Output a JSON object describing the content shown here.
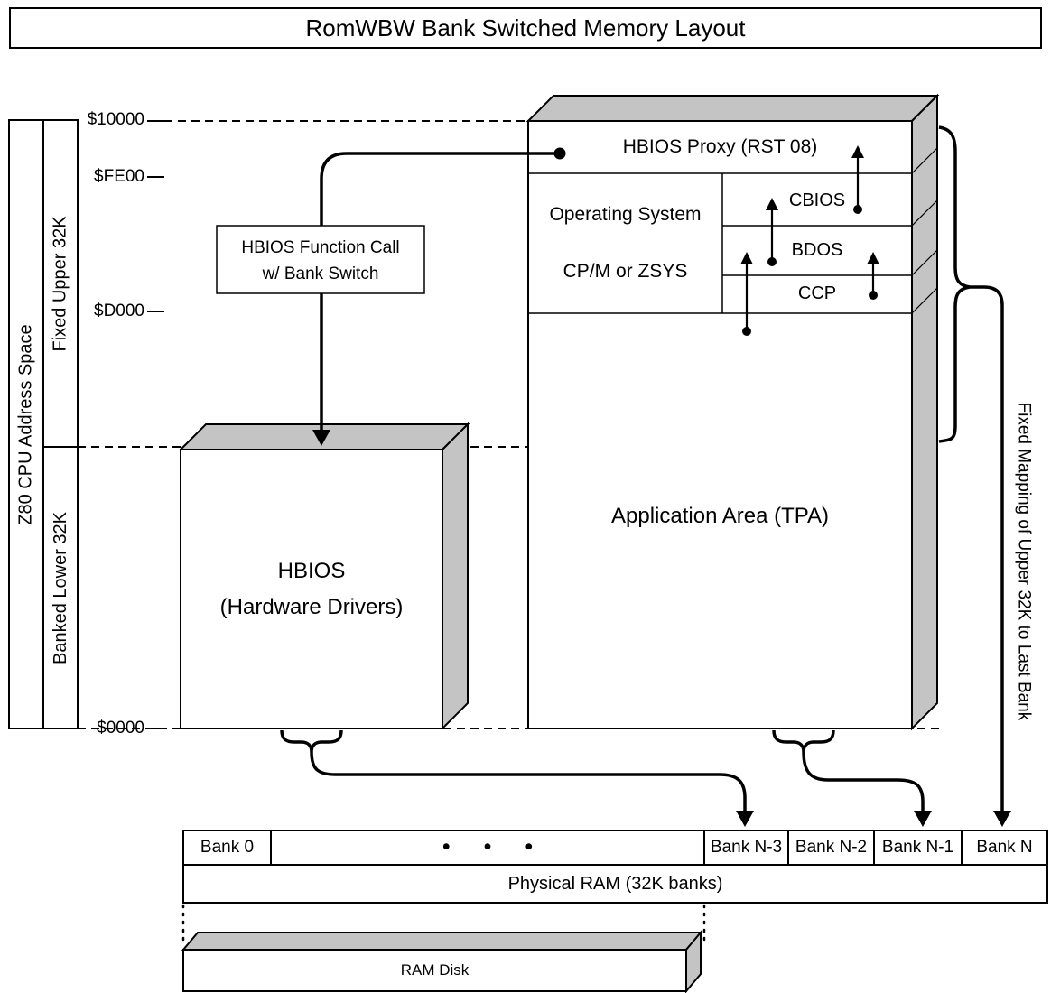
{
  "title": "RomWBW Bank Switched Memory Layout",
  "left": {
    "z80": "Z80 CPU Address Space",
    "upper": "Fixed Upper 32K",
    "lower": "Banked Lower 32K"
  },
  "addresses": {
    "a10000": "$10000",
    "afe00": "$FE00",
    "ad000": "$D000",
    "a0000": "$0000"
  },
  "main": {
    "proxy": "HBIOS Proxy (RST 08)",
    "os1": "Operating System",
    "os2": "CP/M or ZSYS",
    "cbios": "CBIOS",
    "bdos": "BDOS",
    "ccp": "CCP",
    "tpa": "Application Area (TPA)"
  },
  "hbios": {
    "line1": "HBIOS",
    "line2": "(Hardware Drivers)"
  },
  "call": {
    "line1": "HBIOS Function Call",
    "line2": "w/ Bank Switch"
  },
  "note": {
    "right": "Fixed Mapping of Upper 32K to Last Bank"
  },
  "banks": {
    "b0": "Bank 0",
    "dots": "• • •",
    "n3": "Bank N-3",
    "n2": "Bank N-2",
    "n1": "Bank N-1",
    "n": "Bank N",
    "ram": "Physical RAM (32K banks)",
    "disk": "RAM Disk"
  },
  "colors": {
    "line": "#000000",
    "shade": "#c4c4c4",
    "background": "#ffffff"
  }
}
